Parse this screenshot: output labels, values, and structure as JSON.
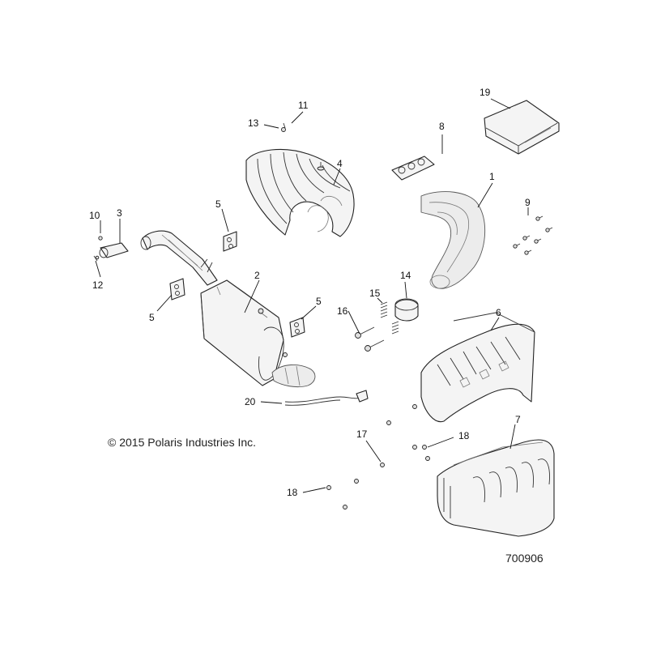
{
  "diagram": {
    "copyright": "© 2015 Polaris Industries Inc.",
    "figure_number": "700906",
    "callouts": [
      {
        "id": "c1",
        "label": "1"
      },
      {
        "id": "c2",
        "label": "2"
      },
      {
        "id": "c3",
        "label": "3"
      },
      {
        "id": "c4",
        "label": "4"
      },
      {
        "id": "c5a",
        "label": "5"
      },
      {
        "id": "c5b",
        "label": "5"
      },
      {
        "id": "c5c",
        "label": "5"
      },
      {
        "id": "c6",
        "label": "6"
      },
      {
        "id": "c7",
        "label": "7"
      },
      {
        "id": "c8",
        "label": "8"
      },
      {
        "id": "c9",
        "label": "9"
      },
      {
        "id": "c10",
        "label": "10"
      },
      {
        "id": "c11",
        "label": "11"
      },
      {
        "id": "c12",
        "label": "12"
      },
      {
        "id": "c13",
        "label": "13"
      },
      {
        "id": "c14",
        "label": "14"
      },
      {
        "id": "c15",
        "label": "15"
      },
      {
        "id": "c16",
        "label": "16"
      },
      {
        "id": "c17",
        "label": "17"
      },
      {
        "id": "c18a",
        "label": "18"
      },
      {
        "id": "c18b",
        "label": "18"
      },
      {
        "id": "c19",
        "label": "19"
      },
      {
        "id": "c20",
        "label": "20"
      }
    ]
  }
}
